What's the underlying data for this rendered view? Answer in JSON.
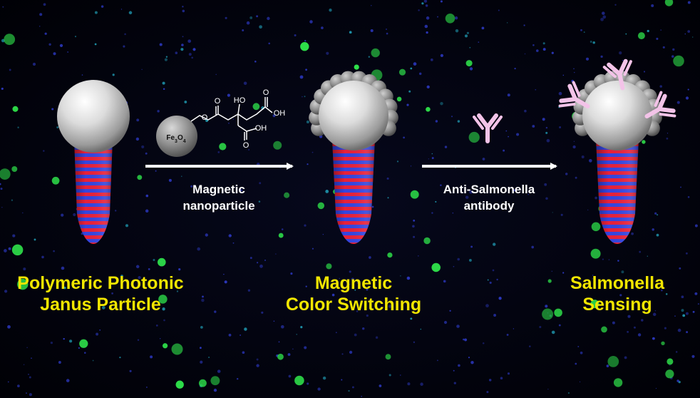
{
  "stages": [
    {
      "line1": "Polymeric Photonic",
      "line2": "Janus Particle"
    },
    {
      "line1": "Magnetic",
      "line2": "Color Switching"
    },
    {
      "line1": "Salmonella",
      "line2": "Sensing"
    }
  ],
  "steps": [
    {
      "line1": "Magnetic",
      "line2": "nanoparticle"
    },
    {
      "line1": "Anti-Salmonella",
      "line2": "antibody"
    }
  ],
  "molecule": {
    "core_label": "Fe3O4",
    "atoms": {
      "o1": "O",
      "o2": "O",
      "ho": "HO",
      "oh1": "OH",
      "o3": "O",
      "oh2": "OH",
      "o4": "O"
    }
  },
  "colors": {
    "label": "#f2e600",
    "stripe_red": "#e8213a",
    "stripe_blue": "#3545e0",
    "sphere": "#d7d7d7",
    "nanoparticle": "#8a8a8a",
    "antibody": "#f3c3e8"
  }
}
